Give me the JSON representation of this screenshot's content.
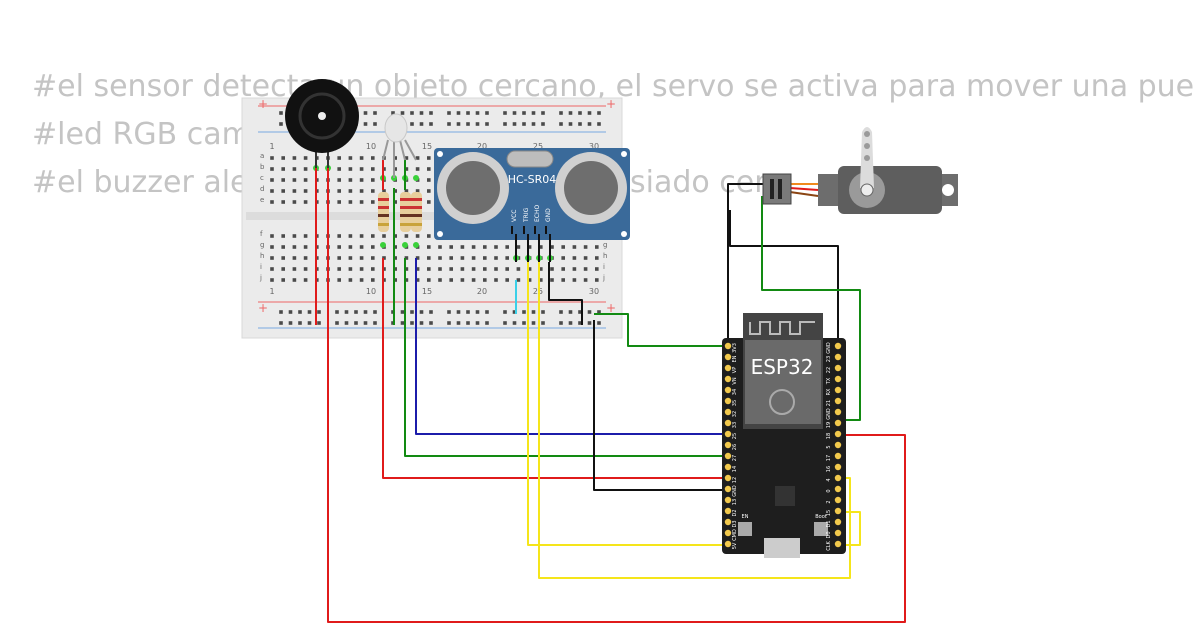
{
  "comments": [
    "#el sensor detecta un objeto cercano, el servo se activa para mover una pue",
    "#led RGB cam",
    "#el buzzer ale",
    "siado cer"
  ],
  "breadboard": {
    "col_labels": [
      "1",
      "10",
      "15",
      "20",
      "25",
      "30"
    ],
    "row_labels_top": [
      "a",
      "b",
      "c",
      "d",
      "e"
    ],
    "row_labels_bottom": [
      "f",
      "g",
      "h",
      "i",
      "j"
    ],
    "rail_plus": "+",
    "rail_minus": "-"
  },
  "sensor": {
    "name": "HC-SR04",
    "pins": [
      "VCC",
      "TRIG",
      "ECHO",
      "GND"
    ]
  },
  "board": {
    "name": "ESP32",
    "left_pins": [
      "3V3",
      "EN",
      "VP",
      "VN",
      "34",
      "35",
      "32",
      "33",
      "25",
      "26",
      "27",
      "14",
      "12",
      "GND",
      "13",
      "D2",
      "D3",
      "CMD",
      "5V"
    ],
    "right_pins": [
      "GND",
      "23",
      "22",
      "TX",
      "RX",
      "21",
      "GND",
      "19",
      "18",
      "5",
      "17",
      "16",
      "4",
      "0",
      "2",
      "15",
      "D1",
      "D0",
      "CLK"
    ],
    "buttons": [
      "EN",
      "Boot"
    ]
  },
  "colors": {
    "wire_red": "#e01b1b",
    "wire_green": "#128a12",
    "wire_blue": "#1c1caa",
    "wire_black": "#111111",
    "wire_yellow": "#f5e51a",
    "wire_cyan": "#3ad0e8",
    "breadboard": "#ebebeb",
    "sensor_pcb": "#3a6a9a",
    "esp_board": "#1e1e1e",
    "servo_body": "#666666"
  }
}
